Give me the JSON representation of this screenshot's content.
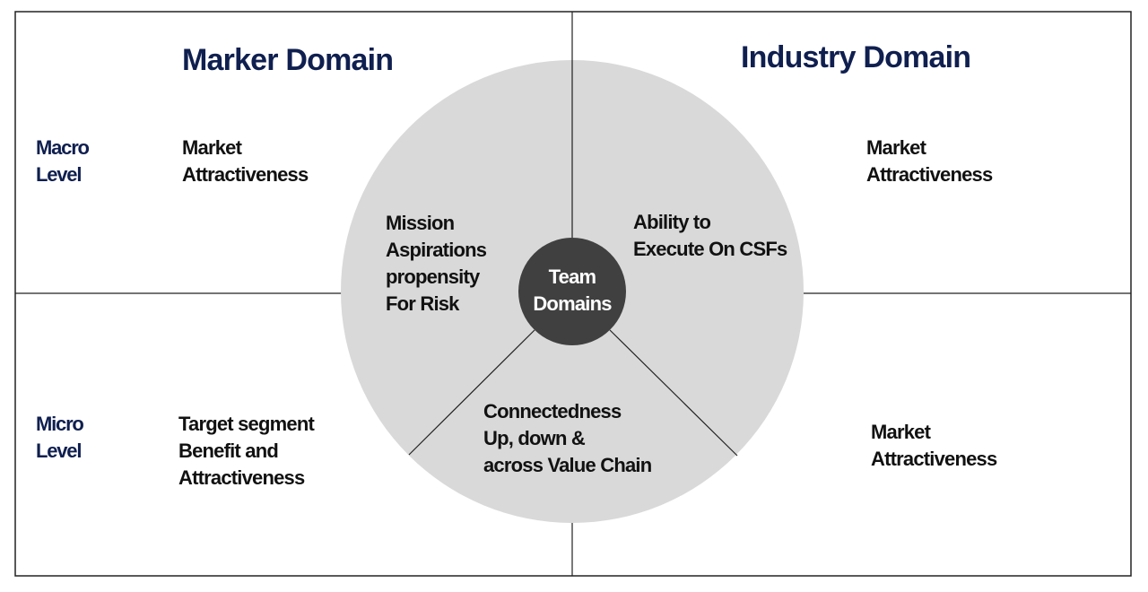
{
  "titles": {
    "left": "Marker Domain",
    "right": "Industry Domain"
  },
  "levels": {
    "macro": [
      "Macro",
      "Level"
    ],
    "micro": [
      "Micro",
      "Level"
    ]
  },
  "quadrants": {
    "top_left": [
      "Market",
      "Attractiveness"
    ],
    "top_right": [
      "Market",
      "Attractiveness"
    ],
    "bottom_left": [
      "Target segment",
      "Benefit and",
      "Attractiveness"
    ],
    "bottom_right": [
      "Market",
      "Attractiveness"
    ]
  },
  "circle_segments": {
    "left": [
      "Mission",
      "Aspirations",
      "propensity",
      "For Risk"
    ],
    "right": [
      "Ability to",
      "Execute On CSFs"
    ],
    "bottom": [
      "Connectedness",
      "Up, down &",
      "across Value Chain"
    ]
  },
  "center": [
    "Team",
    "Domains"
  ],
  "colors": {
    "navy": "#0f1f4f",
    "circle": "#d9d9d9",
    "center": "#404040"
  }
}
